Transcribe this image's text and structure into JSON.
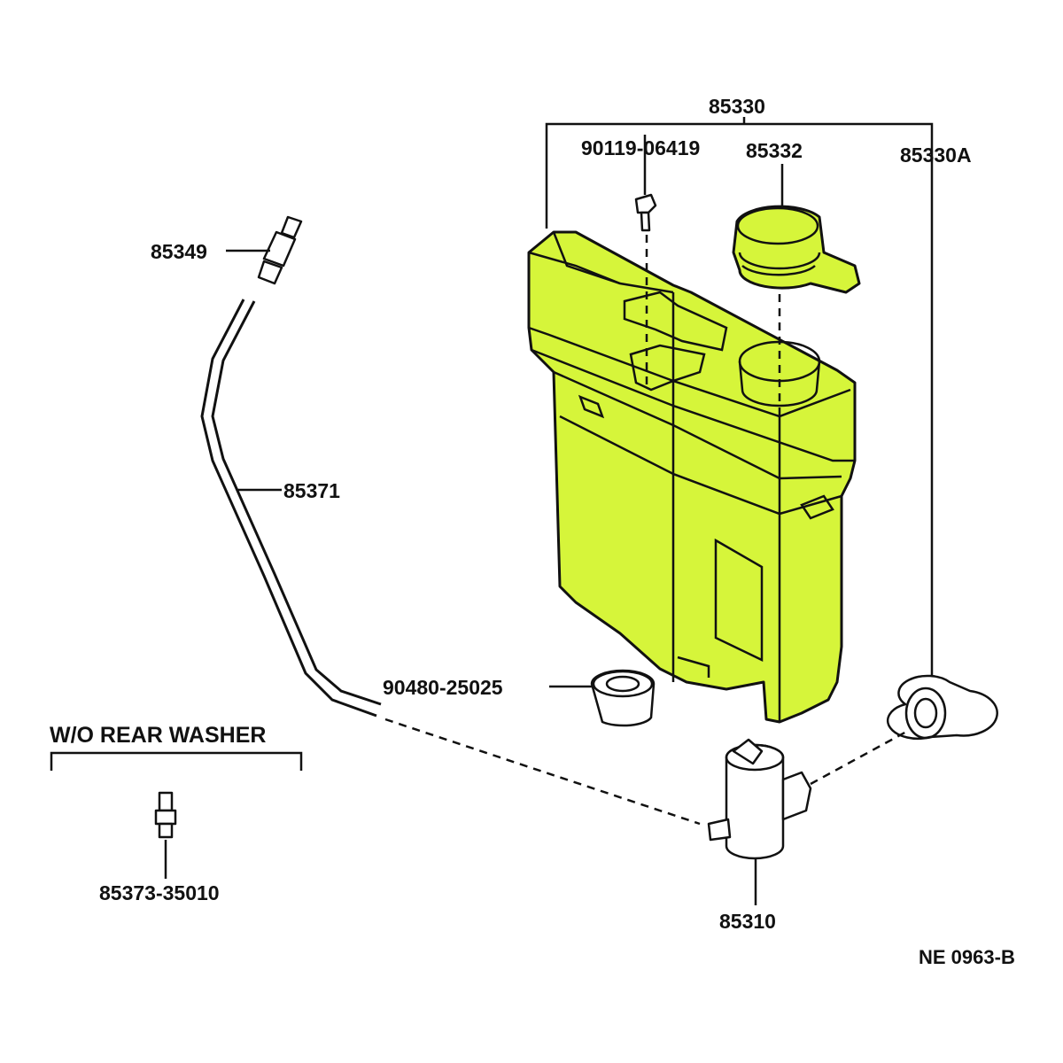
{
  "colors": {
    "highlight": "#d6f53a",
    "ink": "#111111",
    "background": "#ffffff"
  },
  "labels": {
    "reservoir_assy": "85330",
    "bolt": "90119-06419",
    "cap": "85332",
    "reservoir_sub": "85330A",
    "joint": "85349",
    "hose": "85371",
    "grommet_small": "90480-25025",
    "option_title": "W/O REAR WASHER",
    "plug": "85373-35010",
    "motor_pump": "85310",
    "figure_code": "NE 0963-B"
  }
}
